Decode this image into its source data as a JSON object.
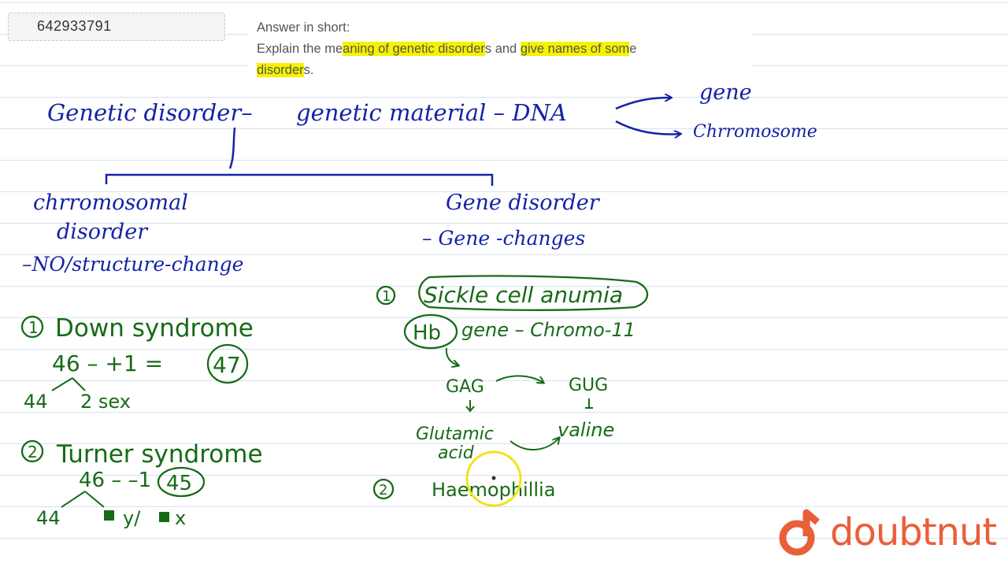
{
  "video_id": "642933791",
  "question": {
    "line1": "Answer in short:",
    "line2_pre": "Explain the me",
    "line2_hl1": "aning of genetic disorder",
    "line2_mid": "s and ",
    "line2_hl2": "give names of som",
    "line2_post": "e",
    "line3_hl": "disorder",
    "line3_post": "s."
  },
  "notes": {
    "genetic_disorder": "Genetic disorder–",
    "genetic_material": "genetic material – DNA",
    "gene": "gene",
    "chromosome": "Chrromosome",
    "chromosomal": "chrromosomal",
    "disorder": "disorder",
    "no_structure": "–NO/structure-change",
    "gene_disorder": "Gene disorder",
    "gene_changes": "– Gene -changes",
    "down_num": "1",
    "down": "Down syndrome",
    "down_eq": "46 – +1 =",
    "down_result": "47",
    "down_44": "44",
    "down_2sex": "2 sex",
    "turner_num": "2",
    "turner": "Turner syndrome",
    "turner_eq": "46 – –1",
    "turner_result": "45",
    "turner_44": "44",
    "turner_xy": "y/",
    "turner_x": "x",
    "sickle_num": "1",
    "sickle": "Sickle cell anumia",
    "hb": "Hb",
    "hb_line": "gene –  Chromo-11",
    "gag": "GAG",
    "gug": "GUG",
    "glutamic": "Glutamic",
    "acid": "acid",
    "valine": "valine",
    "haemo_num": "2",
    "haemo": "Haemophillia"
  },
  "brand": {
    "name": "doubtnut",
    "color": "#e8603a"
  },
  "colors": {
    "ink_blue": "#1423a6",
    "ink_green": "#176b17",
    "highlight": "#f6f200",
    "pointer": "#f3e21a"
  }
}
